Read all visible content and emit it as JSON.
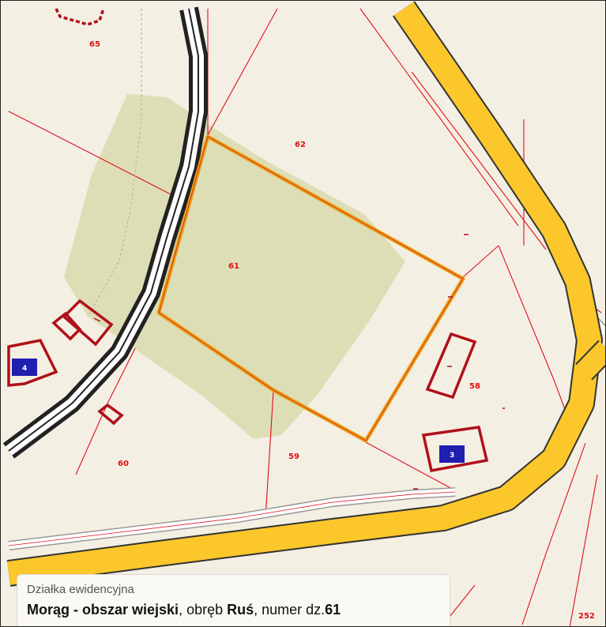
{
  "map": {
    "colors": {
      "background": "#f4efe3",
      "parcel_border": "#e0101a",
      "highlight_border": "#e8a317",
      "main_road": "#fbc72a",
      "local_road": "#ffffff",
      "vegetation": "#dcdcb3",
      "building_outline": "#b0101a",
      "house_number_fill": "#1f1fb0"
    },
    "parcel_labels": [
      "65",
      "62",
      "61",
      "58",
      "59",
      "60",
      "252"
    ],
    "house_numbers": [
      "4",
      "3"
    ]
  },
  "info_panel": {
    "subtitle": "Działka ewidencyjna",
    "municipality": "Morąg - obszar wiejski",
    "separator_1": ", obręb ",
    "precinct": "Ruś",
    "separator_2": ", numer dz.",
    "parcel_number": "61"
  }
}
